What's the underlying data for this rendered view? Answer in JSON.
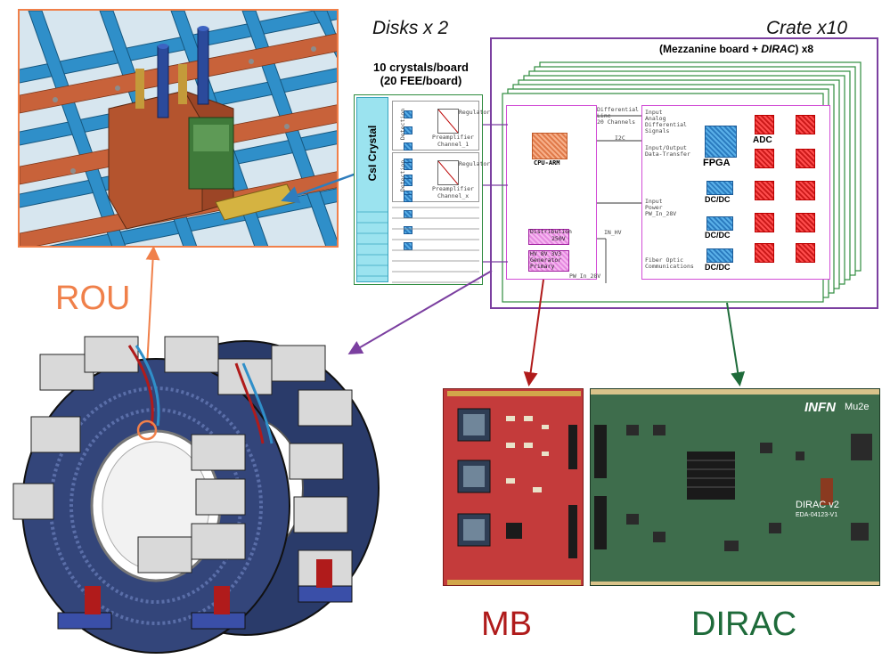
{
  "labels": {
    "disks": "Disks x 2",
    "crate": "Crate x10",
    "mezzanine_prefix": "(Mezzanine board + ",
    "mezzanine_dirac": "DIRAC",
    "mezzanine_suffix": ") x8",
    "crystals_line1": "10 crystals/board",
    "crystals_line2": "(20 FEE/board)",
    "csi_crystal": "CsI Crystal",
    "rou": "ROU",
    "mb": "MB",
    "dirac": "DIRAC"
  },
  "fee": {
    "regulator": "Regulator",
    "preamplifier": "Preamplifier",
    "detection": "Detection",
    "channel_1": "Channel_1",
    "channel_x": "Channel_x"
  },
  "mezzanine": {
    "cpu_arm": "CPU-ARM",
    "distribution": "Distribution",
    "hv": "HV",
    "hv_value": "250V",
    "generator": "Generator",
    "gen_values": "HV  8V 3V3",
    "primary": "Primary",
    "in_hv": "IN_HV",
    "pw_in": "PW_In_28V",
    "line20": "20 Channels",
    "diff_line": "Differential",
    "diff_line2": "Line",
    "i2c": "I2C"
  },
  "dirac_block": {
    "input_analog": "Input\nAnalog\nDifferential\nSignals",
    "input_output": "Input/Output\nData-Transfer",
    "input_power": "Input\nPower\nPW_In_28V",
    "fiber": "Fiber Optic\nCommunications",
    "fpga": "FPGA",
    "adc": "ADC",
    "dcdc": "DC/DC"
  },
  "dirac_photo": {
    "infn": "INFN",
    "mu2e": "Mu2e",
    "board_name": "DIRAC v2",
    "board_code": "EDA-04123-V1"
  },
  "colors": {
    "rou": "#f0804a",
    "mb": "#b01b1b",
    "dirac": "#1e6b3a",
    "crate_border": "#7b3fa0",
    "mezz_green": "#2e8b3e",
    "dirac_pink": "#d24dd6",
    "blue_arrow": "#2e7dbd"
  }
}
